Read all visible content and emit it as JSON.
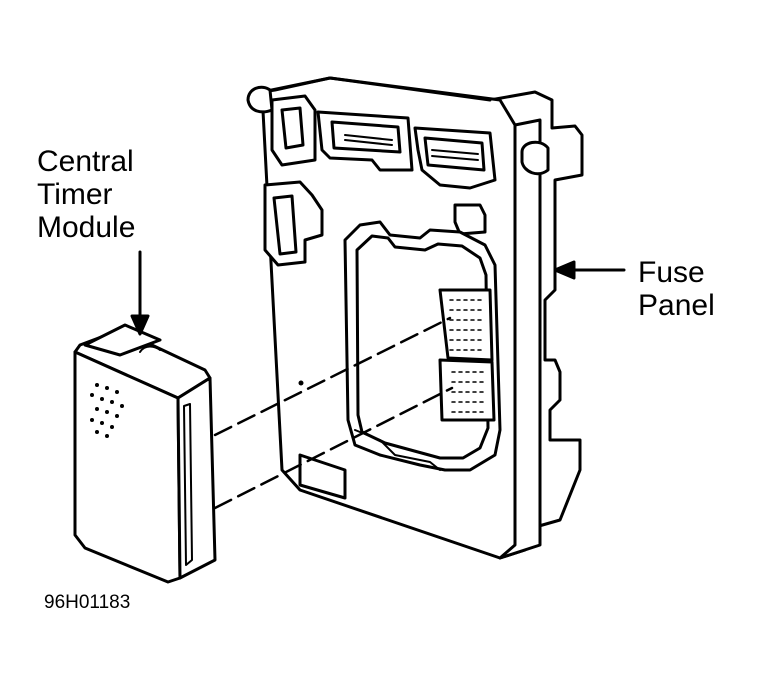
{
  "labels": {
    "central_timer_module": [
      "Central",
      "Timer",
      "Module"
    ],
    "fuse_panel": [
      "Fuse",
      "Panel"
    ],
    "figure_id": "96H01183"
  }
}
